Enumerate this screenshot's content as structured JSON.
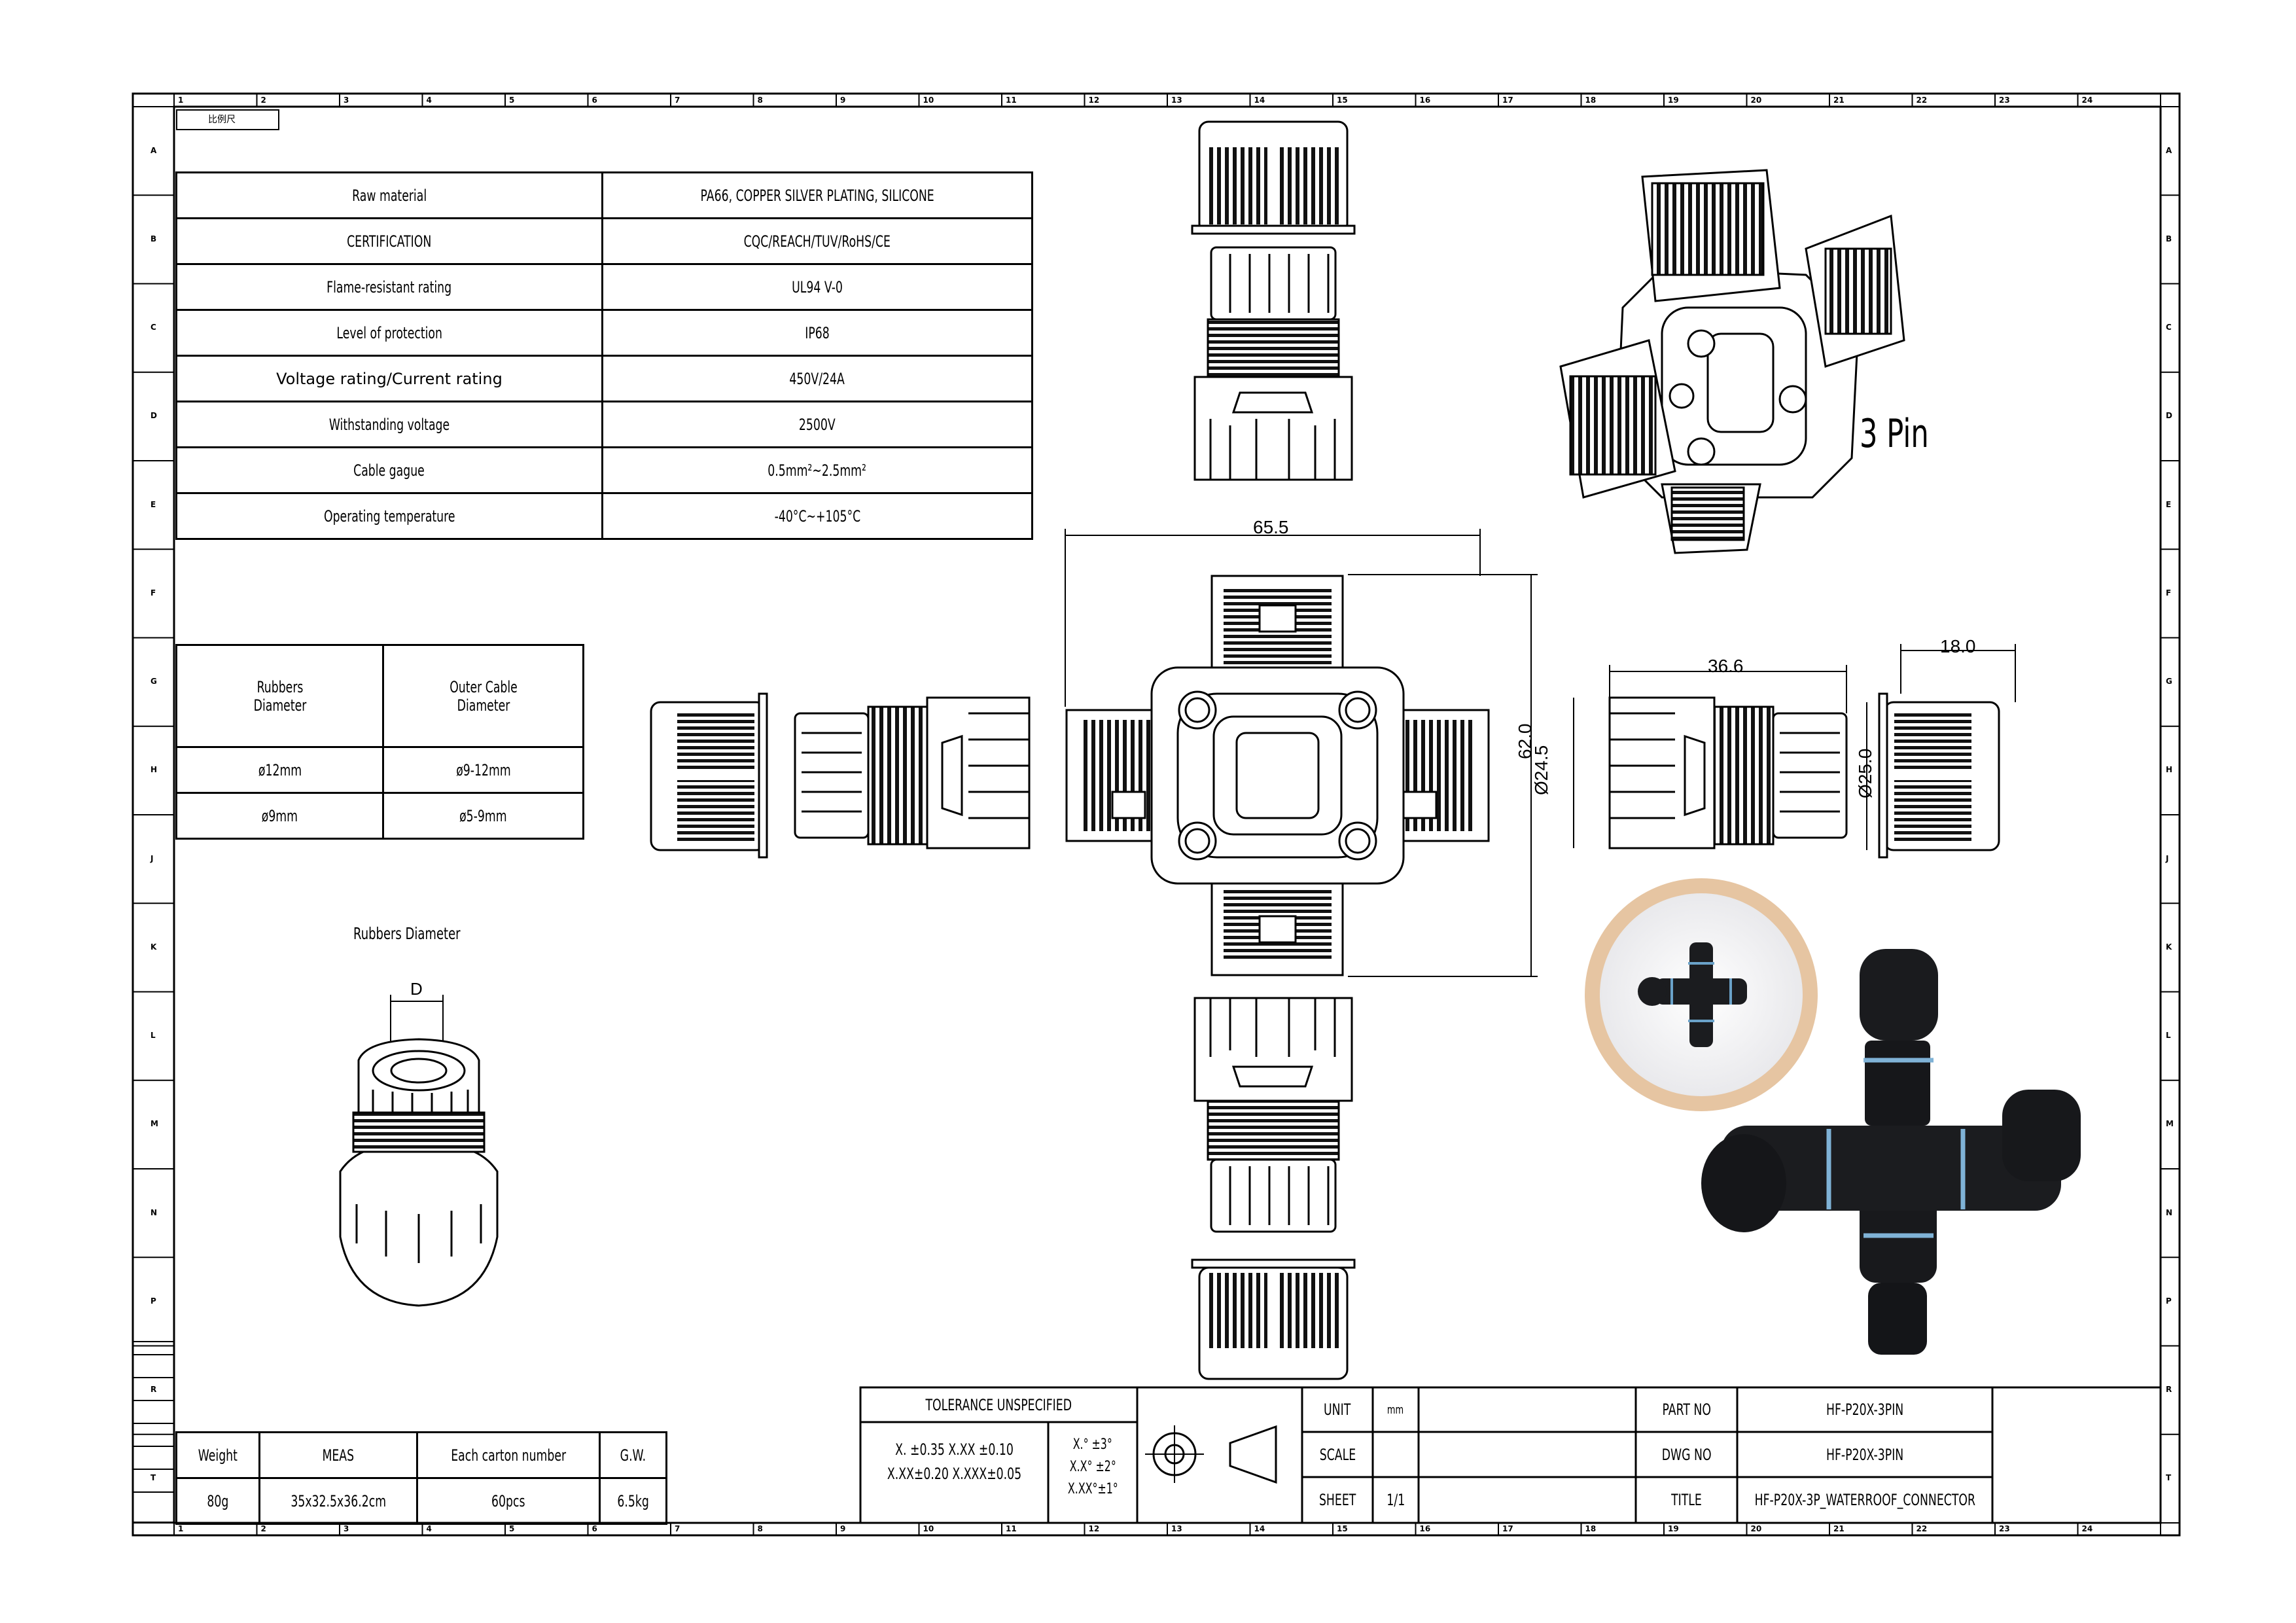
{
  "drawing_note": "比例尺",
  "spec_table": [
    {
      "label": "Raw material",
      "value": "PA66, COPPER SILVER PLATING, SILICONE"
    },
    {
      "label": "CERTIFICATION",
      "value": "CQC/REACH/TUV/RoHS/CE"
    },
    {
      "label": "Flame-resistant rating",
      "value": "UL94 V-0"
    },
    {
      "label": "Level of protection",
      "value": "IP68"
    },
    {
      "label": "Voltage rating/Current rating",
      "value": "450V/24A"
    },
    {
      "label": "Withstanding voltage",
      "value": "2500V"
    },
    {
      "label": "Cable gague",
      "value": "0.5mm²~2.5mm²"
    },
    {
      "label": "Operating temperature",
      "value": "-40°C~+105°C"
    }
  ],
  "size_table": {
    "headers": [
      "Rubbers Diameter",
      "Outer Cable Diameter"
    ],
    "rows": [
      [
        "ø12mm",
        "ø9-12mm"
      ],
      [
        "ø9mm",
        "ø5-9mm"
      ]
    ]
  },
  "rubber_caption": "Rubbers Diameter",
  "rubber_dim": "D",
  "pin_label": "3 Pin",
  "dimensions": {
    "width": "65.5",
    "height": "62.0",
    "length": "36.6",
    "thick": "18.0",
    "dia1": "Ø24.5",
    "dia2": "Ø25.0"
  },
  "packing": {
    "headers": [
      "Weight",
      "MEAS",
      "Each carton number",
      "G.W."
    ],
    "values": [
      "80g",
      "35x32.5x36.2cm",
      "60pcs",
      "6.5kg"
    ]
  },
  "title_block": {
    "tolerance_title": "TOLERANCE UNSPECIFIED",
    "tol_linear_1": "X. ±0.35 X.XX ±0.10",
    "tol_linear_2": "X.XX±0.20 X.XXX±0.05",
    "tol_ang_1": "X.° ±3°",
    "tol_ang_2": "X.X° ±2°",
    "tol_ang_3": "X.XX°±1°",
    "unit_label": "UNIT",
    "unit_value": "mm",
    "scale_label": "SCALE",
    "scale_value": "",
    "sheet_label": "SHEET",
    "sheet_value": "1/1",
    "part_label": "PART NO",
    "part_value": "HF-P20X-3PIN",
    "dwg_label": "DWG NO",
    "dwg_value": "HF-P20X-3PIN",
    "title_label": "TITLE",
    "title_value": "HF-P20X-3P_WATERROOF_CONNECTOR"
  },
  "grid": {
    "columns": [
      "1",
      "2",
      "3",
      "4",
      "5",
      "6",
      "7",
      "8",
      "9",
      "10",
      "11",
      "12",
      "13",
      "14",
      "15",
      "16",
      "17",
      "18",
      "19",
      "20",
      "21",
      "22",
      "23",
      "24"
    ],
    "rows": [
      "A",
      "B",
      "C",
      "D",
      "E",
      "F",
      "G",
      "H",
      "J",
      "K",
      "L",
      "M",
      "N",
      "P",
      "R",
      "T"
    ]
  }
}
